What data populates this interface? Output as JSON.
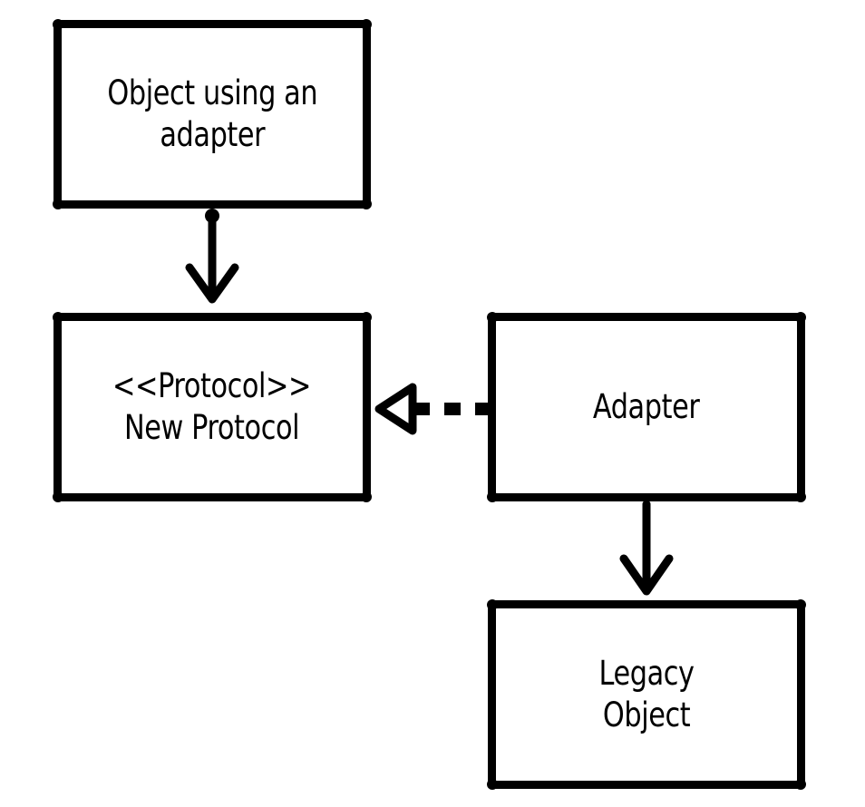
{
  "diagram": {
    "nodes": [
      {
        "id": "client",
        "lines": [
          "Object using an",
          "adapter"
        ]
      },
      {
        "id": "protocol",
        "lines": [
          "<<Protocol>>",
          "New Protocol"
        ]
      },
      {
        "id": "adapter",
        "lines": [
          "Adapter"
        ]
      },
      {
        "id": "legacy",
        "lines": [
          "Legacy",
          "Object"
        ]
      }
    ],
    "edges": [
      {
        "from": "client",
        "to": "protocol",
        "style": "solid",
        "head": "open-arrow"
      },
      {
        "from": "adapter",
        "to": "protocol",
        "style": "dashed",
        "head": "hollow-triangle"
      },
      {
        "from": "adapter",
        "to": "legacy",
        "style": "solid",
        "head": "open-arrow"
      }
    ],
    "colors": {
      "stroke": "#000000",
      "background": "#ffffff"
    }
  }
}
